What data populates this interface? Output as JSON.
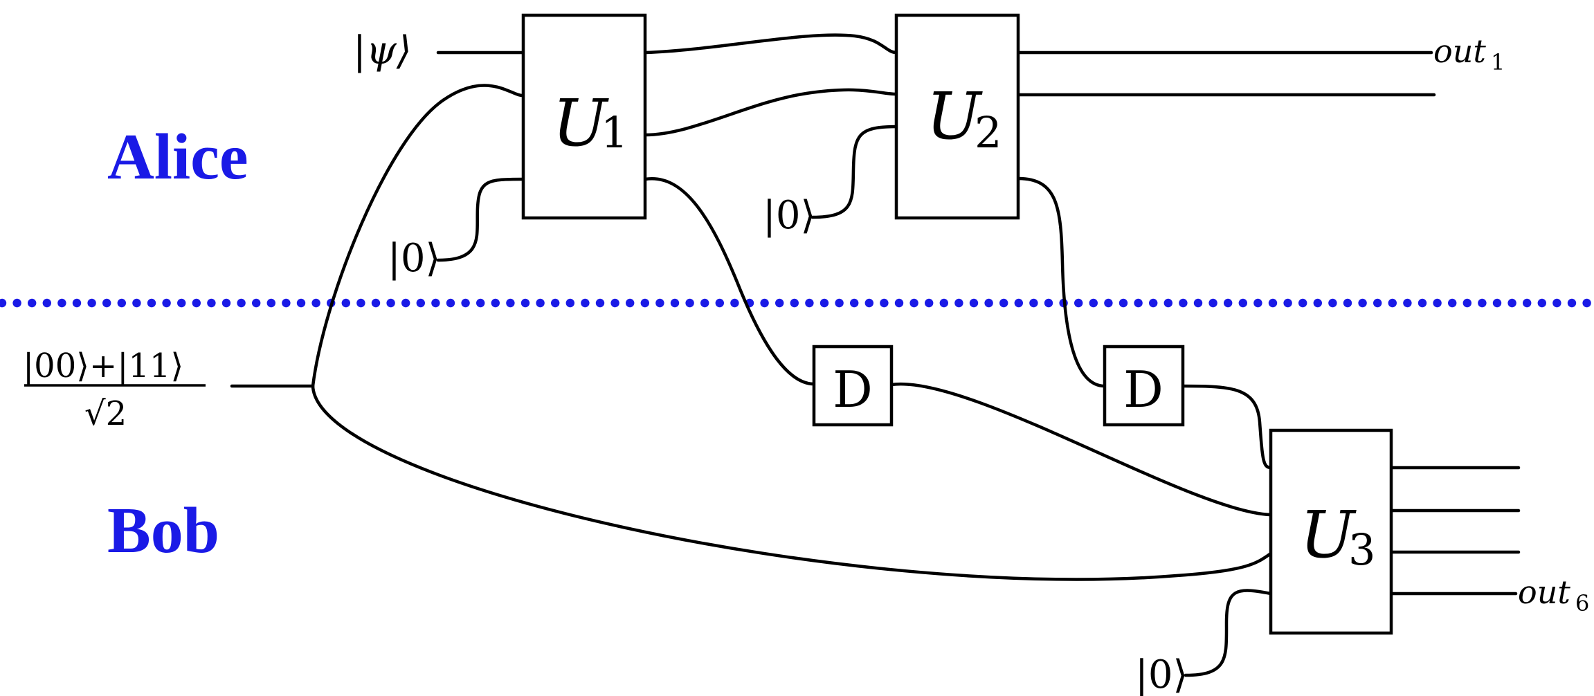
{
  "parties": {
    "top": "Alice",
    "bottom": "Bob"
  },
  "divider_color": "#1a1ae6",
  "inputs": {
    "psi": "|ψ⟩",
    "zero": "|0⟩",
    "bell_numerator": "|00⟩+|11⟩",
    "bell_denominator": "√2"
  },
  "gates": {
    "u1": {
      "letter": "U",
      "sub": "1"
    },
    "u2": {
      "letter": "U",
      "sub": "2"
    },
    "u3": {
      "letter": "U",
      "sub": "3"
    },
    "delay": "D"
  },
  "outputs": {
    "first": {
      "name": "out",
      "sub": "1"
    },
    "last": {
      "name": "out",
      "sub": "6"
    }
  }
}
